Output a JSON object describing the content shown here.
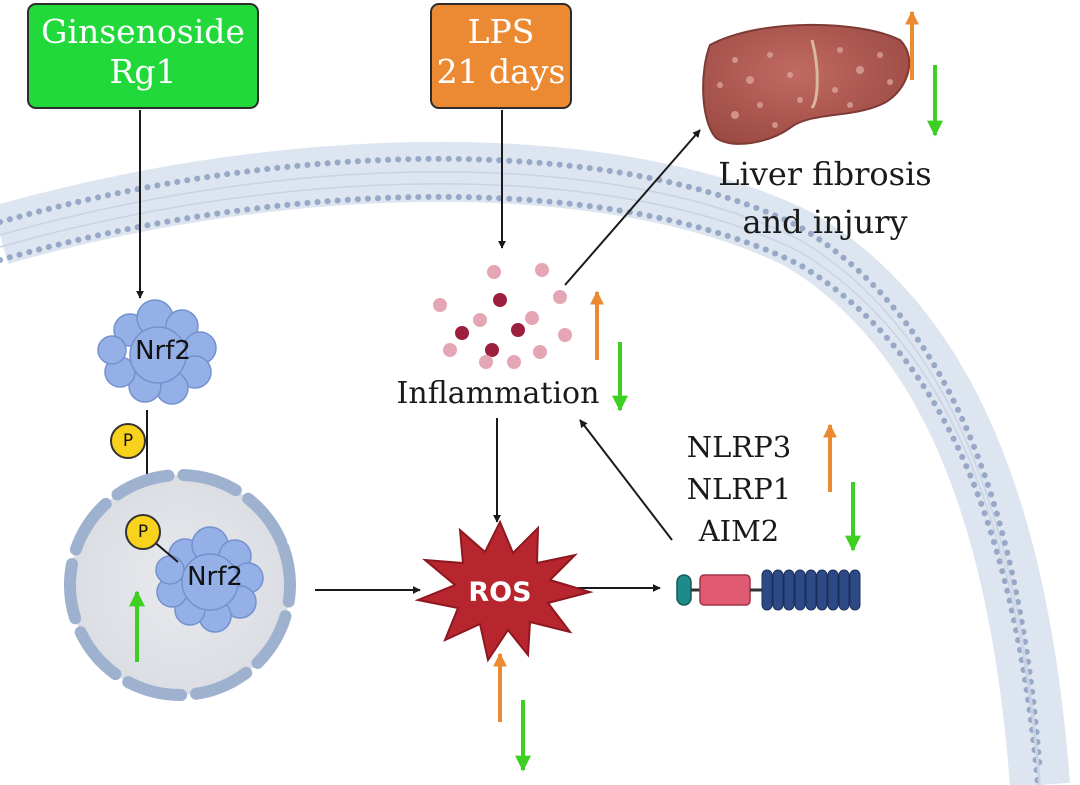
{
  "treatment": {
    "line1": "Ginsenoside",
    "line2": "Rg1"
  },
  "stimulus": {
    "line1": "LPS",
    "line2": "21 days"
  },
  "outcome": {
    "line1": "Liver fibrosis",
    "line2": "and injury"
  },
  "inflammation_label": "Inflammation",
  "inflammasomes": [
    "NLRP3",
    "NLRP1",
    "AIM2"
  ],
  "nrf2_label": "Nrf2",
  "phospho_label": "P",
  "ros_label": "ROS",
  "colors": {
    "rg1_box": "#22d93b",
    "lps_box": "#ec8a34",
    "up_arrow": "#ec8a34",
    "down_arrow": "#3fcf22",
    "membrane": "#8fa3c2",
    "nrf2_protein": "#93aee6",
    "ros_star": "#b7262e",
    "phosphate": "#f8d21c",
    "liver": "#b45c55",
    "nucleus": "#e3e6ea"
  },
  "icons": {
    "liver": "liver-icon",
    "cytokines": "cytokine-particles-icon",
    "nrf2": "nrf2-protein-icon",
    "ros": "ros-burst-icon",
    "inflammasome": "inflammasome-receptor-icon",
    "nucleus": "nucleus-icon",
    "membrane": "cell-membrane-icon"
  }
}
